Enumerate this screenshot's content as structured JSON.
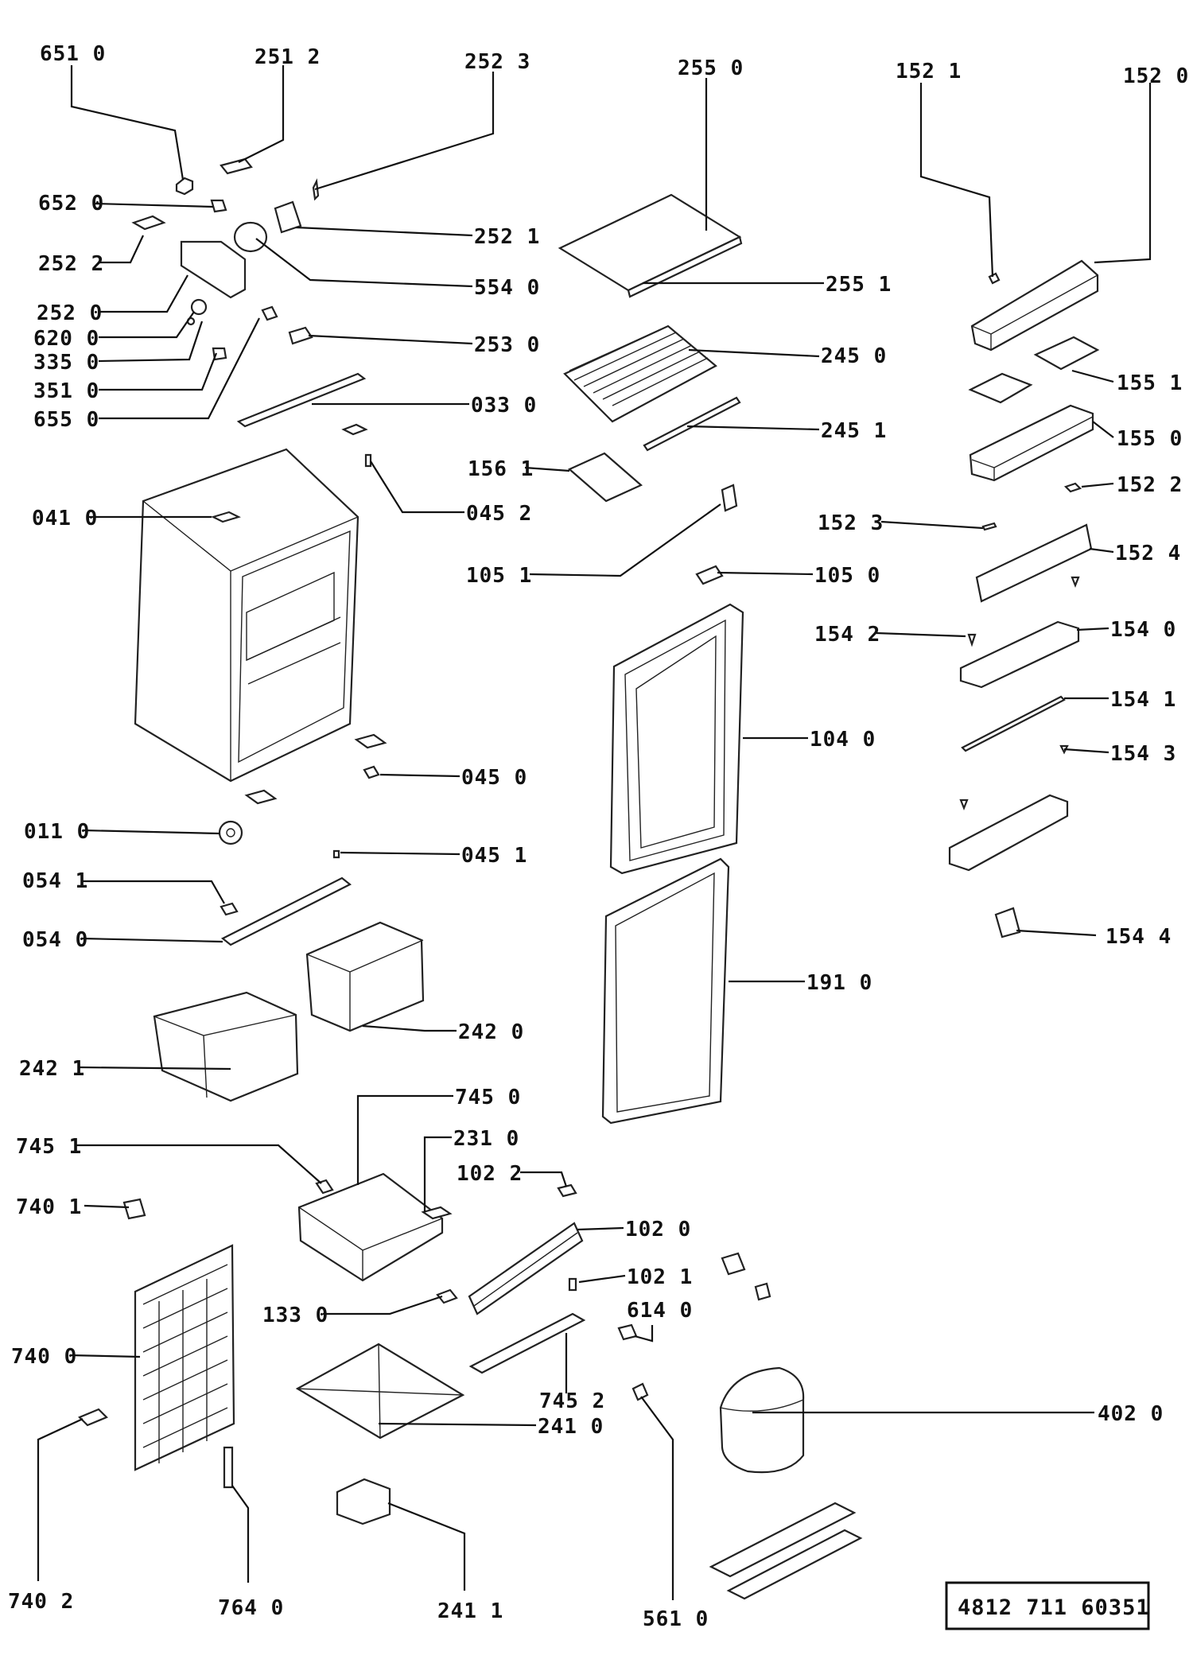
{
  "labels": {
    "p6510": "651 0",
    "p2512": "251 2",
    "p2523": "252 3",
    "p2550": "255 0",
    "p1521": "152 1",
    "p1520": "152 0",
    "p6520": "652 0",
    "p2521": "252 1",
    "p2522": "252 2",
    "p5540": "554 0",
    "p2551": "255 1",
    "p2520": "252 0",
    "p6200": "620 0",
    "p3350": "335 0",
    "p2530": "253 0",
    "p2450": "245 0",
    "p1551": "155 1",
    "p3510": "351 0",
    "p0330": "033 0",
    "p6550": "655 0",
    "p2451": "245 1",
    "p1550": "155 0",
    "p1561": "156 1",
    "p1522": "152 2",
    "p0410": "041 0",
    "p0452": "045 2",
    "p1523": "152 3",
    "p1524": "152 4",
    "p1051": "105 1",
    "p1050": "105 0",
    "p1542": "154 2",
    "p1540": "154 0",
    "p1541": "154 1",
    "p1040": "104 0",
    "p1543": "154 3",
    "p0450": "045 0",
    "p0110": "011 0",
    "p0451": "045 1",
    "p0541": "054 1",
    "p0540": "054 0",
    "p1544": "154 4",
    "p1910": "191 0",
    "p2420": "242 0",
    "p2421": "242 1",
    "p7450": "745 0",
    "p2310": "231 0",
    "p7451": "745 1",
    "p1022": "102 2",
    "p7401": "740 1",
    "p1020": "102 0",
    "p1021": "102 1",
    "p1330": "133 0",
    "p6140": "614 0",
    "p7400": "740 0",
    "p7452": "745 2",
    "p2410": "241 0",
    "p4020": "402 0",
    "p7402": "740 2",
    "p7640": "764 0",
    "p2411": "241 1",
    "p5610": "561 0"
  },
  "document_number": "4812 711 60351"
}
